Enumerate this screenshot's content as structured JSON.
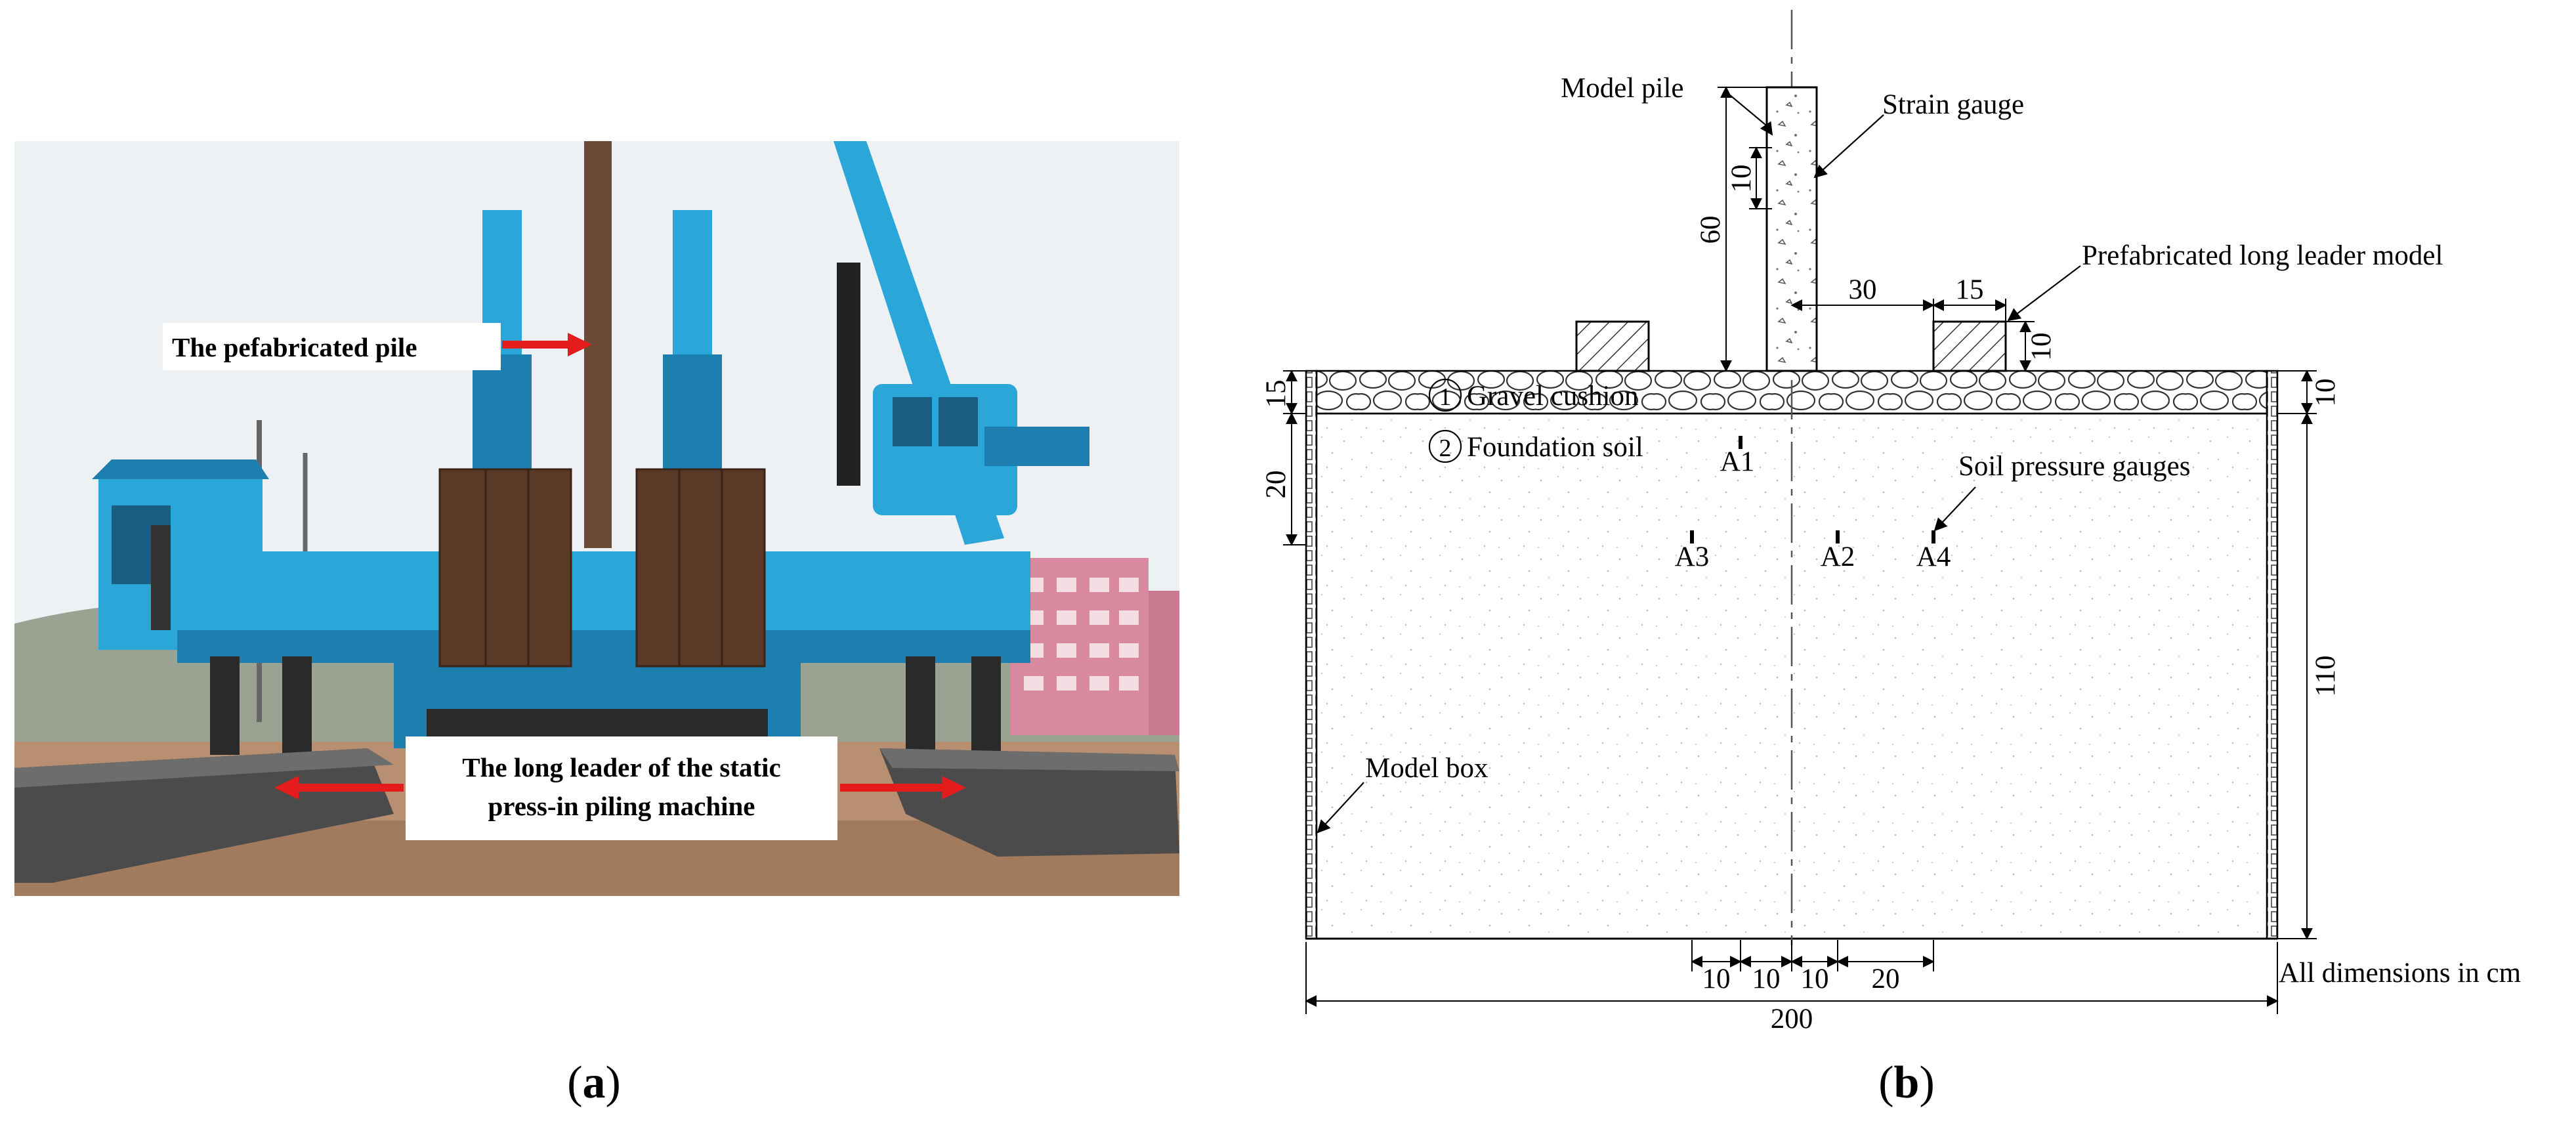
{
  "panel_a": {
    "label_prefix": "(",
    "label_letter": "a",
    "label_suffix": ")",
    "annotations": {
      "prefab_pile": "The pefabricated pile",
      "long_leader_line1": "The long leader of the static",
      "long_leader_line2": "press-in piling machine"
    },
    "colors": {
      "sky": "#eef1f4",
      "machine_blue": "#2aa6d8",
      "machine_blue_dark": "#1c7fb0",
      "counterweight": "#5a3a26",
      "ground": "#b98f72",
      "arrow_red": "#e51c1c",
      "building": "#d98aa0"
    }
  },
  "panel_b": {
    "label_prefix": "(",
    "label_letter": "b",
    "label_suffix": ")",
    "labels": {
      "model_pile": "Model pile",
      "strain_gauge": "Strain gauge",
      "prefab_long_leader_model": "Prefabricated long leader model",
      "gravel_cushion_num": "1",
      "gravel_cushion": "Gravel cushion",
      "foundation_soil_num": "2",
      "foundation_soil": "Foundation soil",
      "soil_pressure_gauges": "Soil pressure gauges",
      "model_box": "Model box",
      "all_dimensions": "All dimensions in cm"
    },
    "gauges": [
      "A1",
      "A2",
      "A3",
      "A4"
    ],
    "dimensions": {
      "pile_height": "60",
      "pile_gauge_spacing": "10",
      "leader_offset": "30",
      "leader_width": "15",
      "leader_height": "10",
      "cushion_left": "15",
      "cushion_right": "10",
      "a1_depth": "20",
      "soil_depth": "110",
      "bottom_1": "10",
      "bottom_2": "10",
      "bottom_3": "10",
      "bottom_4": "20",
      "box_width": "200"
    }
  }
}
